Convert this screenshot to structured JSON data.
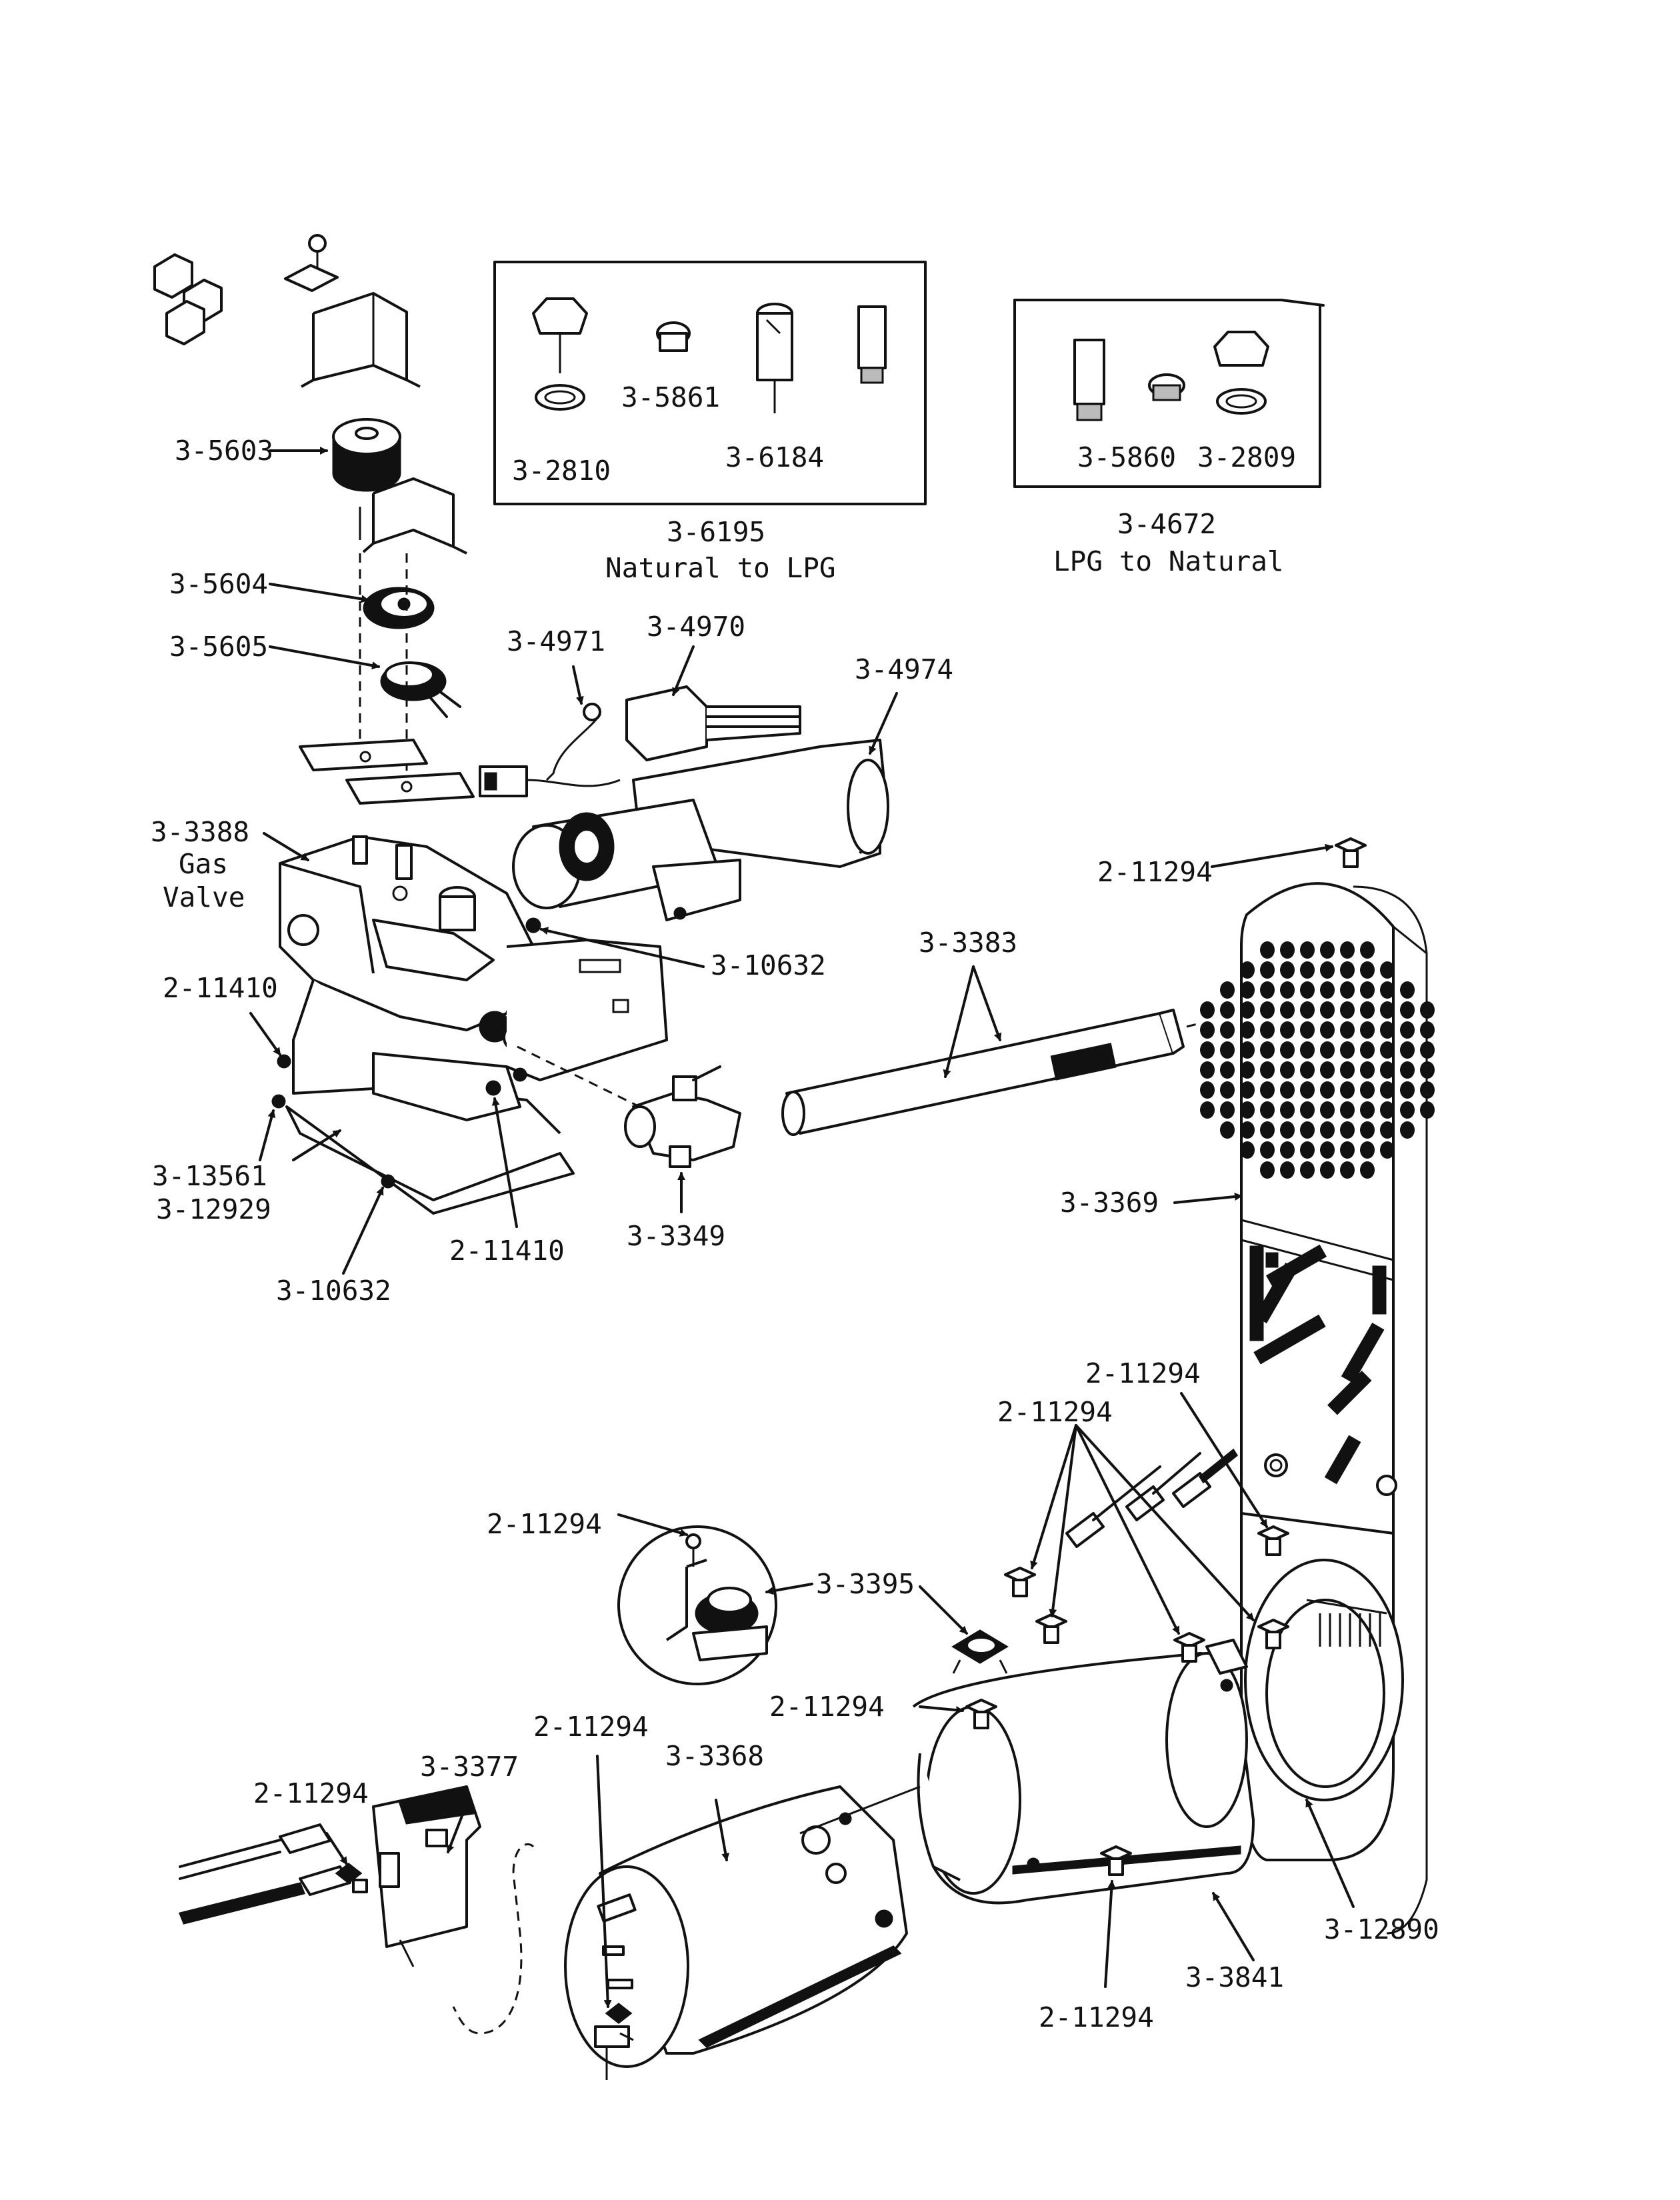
{
  "kit_natural_to_lpg": {
    "number": "3-6195",
    "title": "Natural to LPG",
    "parts": [
      "3-5861",
      "3-2810",
      "3-6184"
    ]
  },
  "kit_lpg_to_natural": {
    "number": "3-4672",
    "title": "LPG to Natural",
    "parts": [
      "3-5860",
      "3-2809"
    ]
  },
  "labels": {
    "p_3_5603": "3-5603",
    "p_3_5604": "3-5604",
    "p_3_5605": "3-5605",
    "p_3_4971": "3-4971",
    "p_3_4970": "3-4970",
    "p_3_4974": "3-4974",
    "gas_valve_num": "3-3388",
    "gas_valve_l1": "Gas",
    "gas_valve_l2": "Valve",
    "p_2_11410_a": "2-11410",
    "p_3_10632_a": "3-10632",
    "p_3_3383": "3-3383",
    "p_2_11294_top": "2-11294",
    "p_3_13561": "3-13561",
    "p_3_12929": "3-12929",
    "p_3_10632_b": "3-10632",
    "p_2_11410_b": "2-11410",
    "p_3_3349": "3-3349",
    "p_3_3369": "3-3369",
    "p_2_11294_b": "2-11294",
    "p_2_11294_c": "2-11294",
    "p_2_11294_d": "2-11294",
    "p_3_3395": "3-3395",
    "p_2_11294_e": "2-11294",
    "p_2_11294_f": "2-11294",
    "p_3_3368": "3-3368",
    "p_3_3377": "3-3377",
    "p_2_11294_g": "2-11294",
    "p_3_12890": "3-12890",
    "p_3_3841": "3-3841",
    "p_2_11294_h": "2-11294"
  }
}
